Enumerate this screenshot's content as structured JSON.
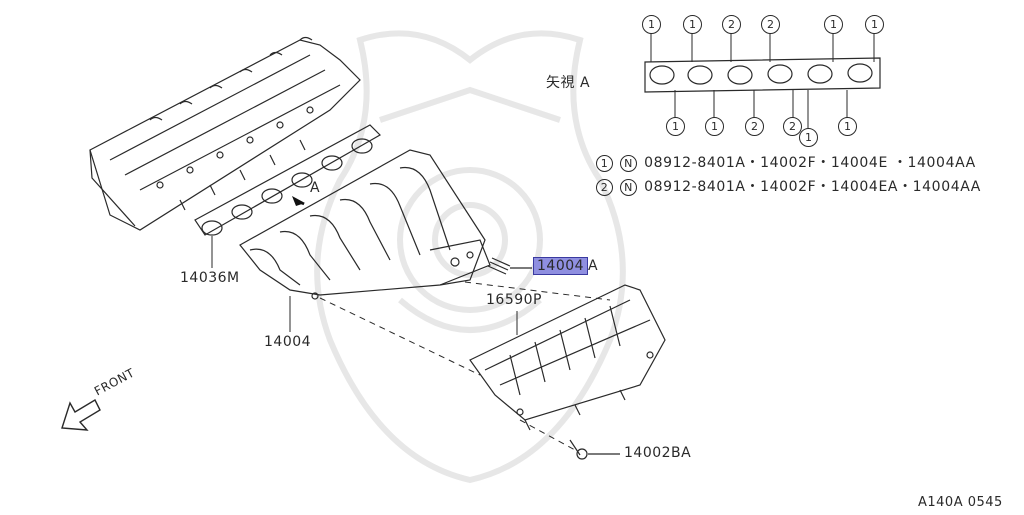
{
  "parts": {
    "cylinder_head_gasket": "14036M",
    "manifold": "14004",
    "highlighted_prefix": "14004",
    "highlighted_suffix": "A",
    "heat_insulator": "16590P",
    "bolt": "14002BA"
  },
  "view": {
    "arrow_label": "A",
    "title": "矢視 A"
  },
  "front_label": "FRONT",
  "legend": [
    {
      "marker": "1",
      "n_marker": "N",
      "text": "08912-8401A・14002F・14004E  ・14004AA"
    },
    {
      "marker": "2",
      "n_marker": "N",
      "text": "08912-8401A・14002F・14004EA・14004AA"
    }
  ],
  "gasket_markers_top": [
    "1",
    "1",
    "2",
    "2",
    "1",
    "1"
  ],
  "gasket_markers_bottom": [
    "1",
    "1",
    "2",
    "2",
    "1",
    "1"
  ],
  "figure_code": "A140A 0545"
}
